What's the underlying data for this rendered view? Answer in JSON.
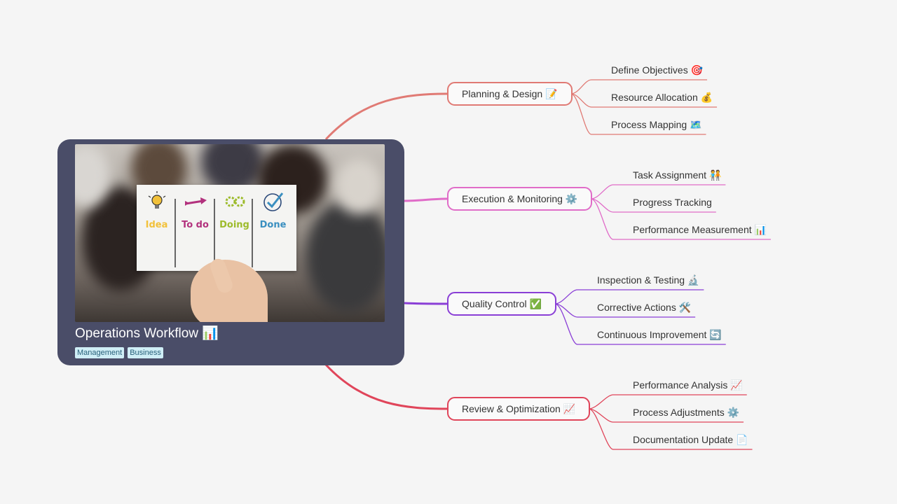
{
  "central": {
    "title": "Operations Workflow 📊",
    "tags": [
      "Management",
      "Business"
    ],
    "image_card": {
      "columns": [
        {
          "word": "Idea",
          "color": "#f2c13a",
          "icon": "lightbulb-icon"
        },
        {
          "word": "To do",
          "color": "#b2317d",
          "icon": "arrow-icon"
        },
        {
          "word": "Doing",
          "color": "#9dbb2c",
          "icon": "gears-icon"
        },
        {
          "word": "Done",
          "color": "#3a8fc0",
          "icon": "check-circle-icon"
        }
      ]
    }
  },
  "branches": [
    {
      "label": "Planning & Design 📝",
      "color": "#e07a74",
      "children": [
        "Define Objectives 🎯",
        "Resource Allocation 💰",
        "Process Mapping 🗺️"
      ]
    },
    {
      "label": "Execution & Monitoring ⚙️",
      "color": "#e06cc8",
      "children": [
        "Task Assignment 🧑‍🤝‍🧑",
        "Progress Tracking",
        "Performance Measurement 📊"
      ]
    },
    {
      "label": "Quality Control ✅",
      "color": "#8a3fd6",
      "children": [
        "Inspection & Testing 🔬",
        "Corrective Actions 🛠️",
        "Continuous Improvement 🔄"
      ]
    },
    {
      "label": "Review & Optimization 📈",
      "color": "#e0455a",
      "children": [
        "Performance Analysis 📈",
        "Process Adjustments ⚙️",
        "Documentation Update 📄"
      ]
    }
  ]
}
